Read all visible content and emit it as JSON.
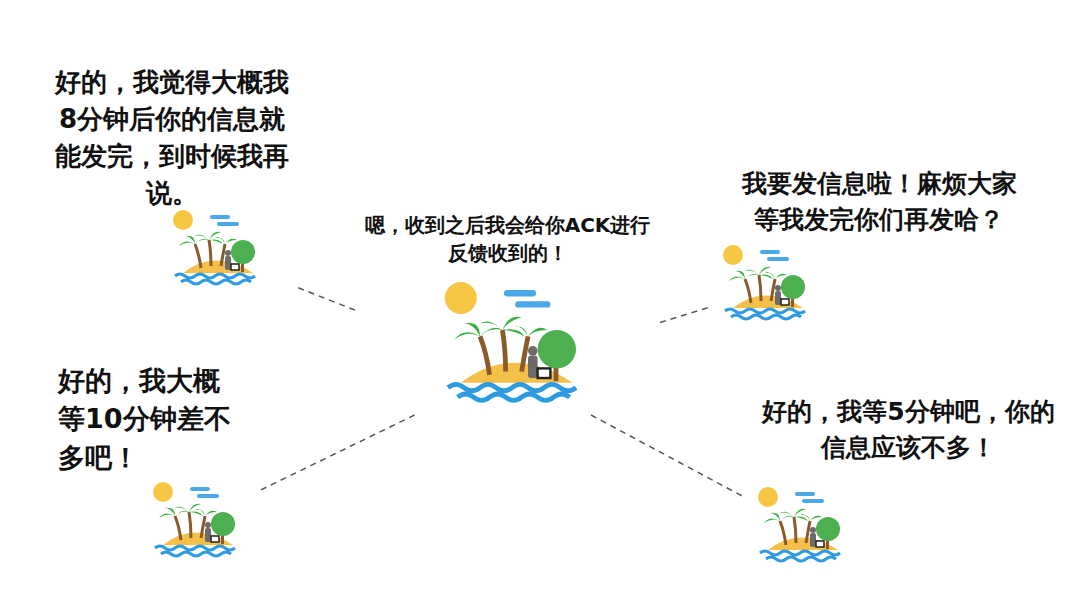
{
  "diagram": {
    "nodes": [
      {
        "text": [
          "好的，我觉得大概我8分钟后你的信息就能发完，到时候我再说。"
        ]
      },
      {
        "text": [
          "嗯，收到之后我会给你ACK进行反馈收到的！"
        ]
      },
      {
        "text": [
          "我要发信息啦！麻烦大家等我发完你们再发哈？"
        ]
      },
      {
        "text": [
          "好的，我大概等10分钟差不多吧！"
        ]
      },
      {
        "text": [
          "好的，我等5分钟吧，你的信息应该不多！"
        ]
      }
    ],
    "edges": [
      {
        "from": 1,
        "to": 0,
        "arrow": "none"
      },
      {
        "from": 1,
        "to": 2,
        "arrow": "none"
      },
      {
        "from": 1,
        "to": 3,
        "arrow": "none"
      },
      {
        "from": 1,
        "to": 4,
        "arrow": "none"
      }
    ]
  }
}
